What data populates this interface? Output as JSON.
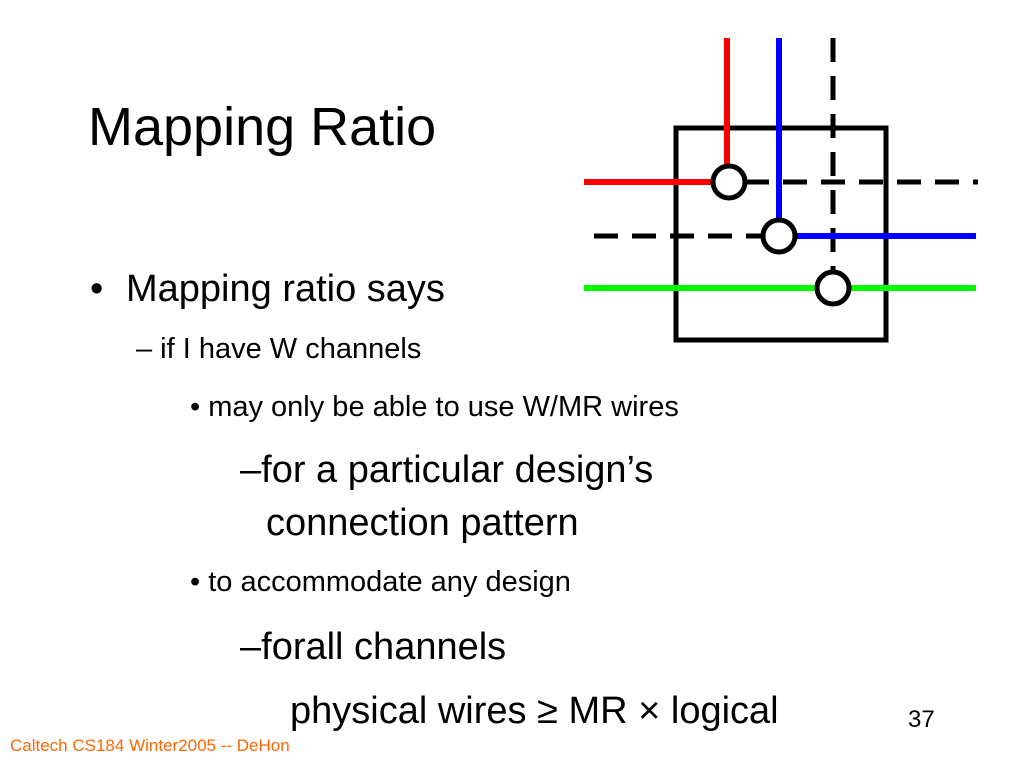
{
  "title": "Mapping Ratio",
  "bullets": {
    "b1_marker": "•",
    "b1": "Mapping ratio says",
    "b2": "– if I have W channels",
    "b3": "• may only be able to use W/MR wires",
    "b4_line1": "–for a particular design’s",
    "b4_line2": "connection pattern",
    "b5": "• to accommodate any design",
    "b6": "–forall channels",
    "b7": "physical wires ≥ MR × logical"
  },
  "footer": {
    "credit": "Caltech CS184 Winter2005 -- DeHon",
    "page_number": "37"
  },
  "colors": {
    "red_wire": "#ff0000",
    "blue_wire": "#0000ff",
    "green_wire": "#00ff00",
    "footer_text": "#ff6600",
    "box_and_dashed": "#000000"
  }
}
